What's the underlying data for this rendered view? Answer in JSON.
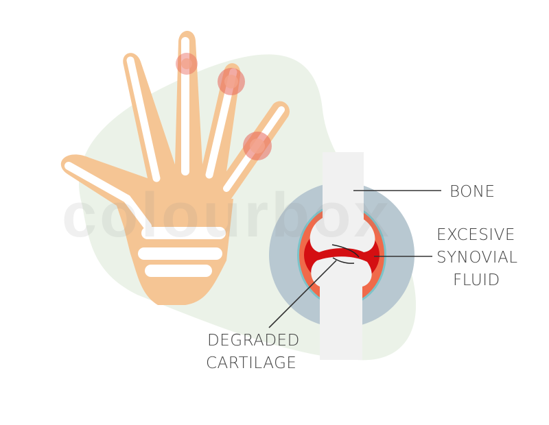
{
  "labels": {
    "bone": "BONE",
    "fluid": [
      "EXCESIVE",
      "SYNOVIAL",
      "FLUID"
    ],
    "cartilage": [
      "DEGRADED",
      "CARTILAGE"
    ]
  },
  "watermark": "colourbox",
  "colors": {
    "skin": "#f5c594",
    "bone": "#f1f1f1",
    "capsule": "#b8c8d1",
    "capsule_rim": "#7cc3c9",
    "fluid_light": "#f06a4a",
    "fluid_dark": "#d40f12",
    "inflammation": "#e8665a",
    "background_blob": "#e9f1e6",
    "text": "#3f3f3f"
  }
}
